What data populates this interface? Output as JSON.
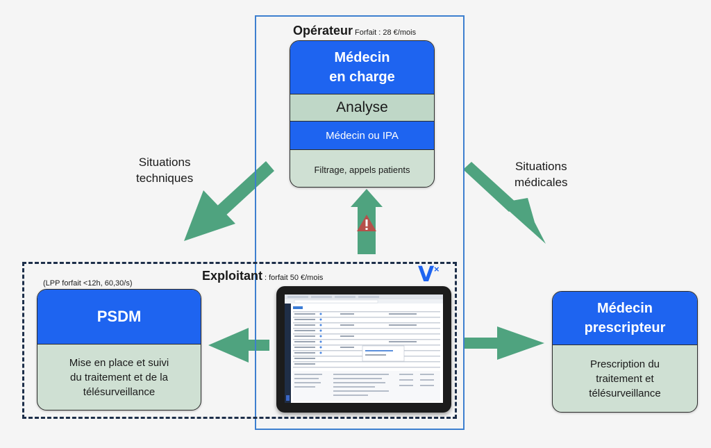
{
  "operateur": {
    "title": "Opérateur",
    "price": "Forfait : 28 €/mois",
    "head_line1": "Médecin",
    "head_line2": "en charge",
    "analyse": "Analyse",
    "medecin_ipa": "Médecin ou IPA",
    "filtrage": "Filtrage, appels patients"
  },
  "exploitant": {
    "title": "Exploitant",
    "price": ": forfait 50 €/mois",
    "logo": "V"
  },
  "psdm": {
    "note": "(LPP forfait <12h, 60,30/s)",
    "title": "PSDM",
    "desc_line1": "Mise en place et suivi",
    "desc_line2": "du traitement et de la",
    "desc_line3": "télésurveillance"
  },
  "prescripteur": {
    "head_line1": "Médecin",
    "head_line2": "prescripteur",
    "desc_line1": "Prescription du",
    "desc_line2": "traitement et",
    "desc_line3": "télésurveillance"
  },
  "labels": {
    "tech_line1": "Situations",
    "tech_line2": "techniques",
    "med_line1": "Situations",
    "med_line2": "médicales"
  },
  "colors": {
    "arrow": "#4fa37f",
    "blue_header": "#1e64f0",
    "card_body": "#cfe0d3",
    "warning": "#b6504a",
    "operator_frame": "#3d7fcf",
    "exploitant_frame": "#1d2f4a"
  },
  "icons": {
    "warning": "warning-triangle-icon",
    "tablet": "tablet-device-icon"
  }
}
